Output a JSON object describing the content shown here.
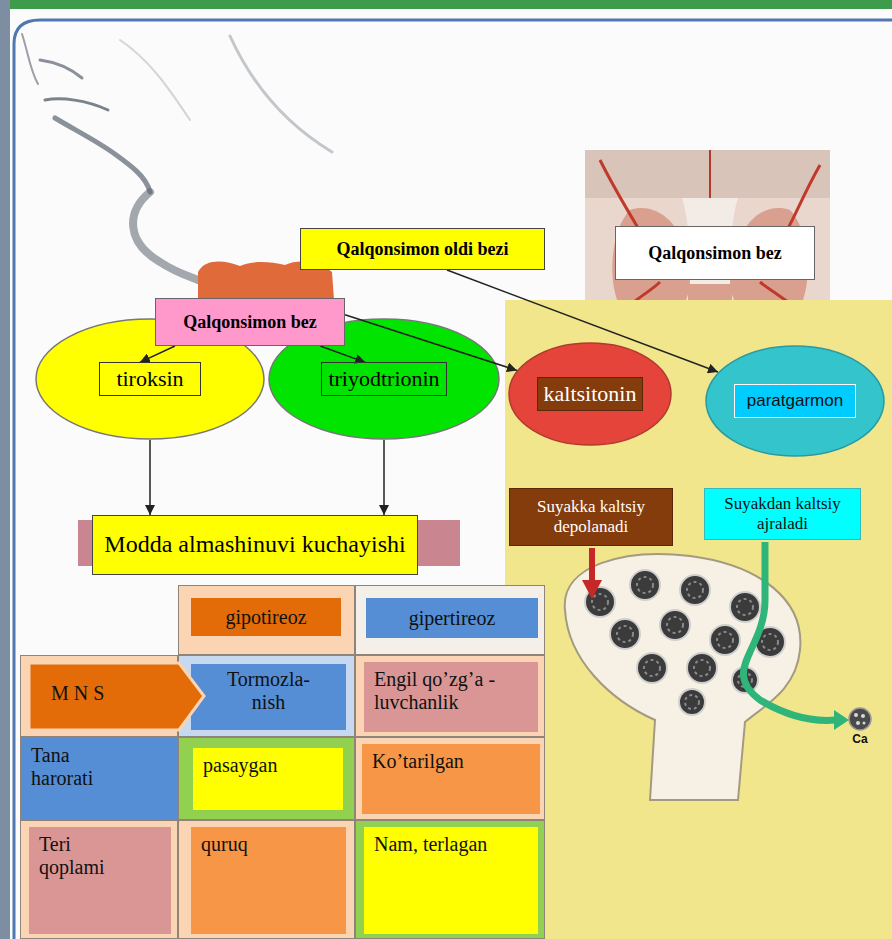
{
  "diagram": {
    "nodes": [
      {
        "text": [
          "Qalqonsimon oldi bezi"
        ]
      },
      {
        "text": [
          "Qalqonsimon bez"
        ]
      },
      {
        "text": [
          "Qalqonsimon bez"
        ]
      },
      {
        "text": [
          "tiroksin"
        ]
      },
      {
        "text": [
          "triyodtrionin"
        ]
      },
      {
        "text": [
          "kaltsitonin"
        ]
      },
      {
        "text": [
          "paratgarmon"
        ]
      },
      {
        "text": [
          "Suyakka kaltsiy depolanadi"
        ]
      },
      {
        "text": [
          "Suyakdan kaltsiy ajraladi"
        ]
      },
      {
        "text": [
          "Modda almashinuvi kuchayishi"
        ]
      }
    ],
    "edges": [
      {
        "from": 2,
        "to": 3,
        "arrow": "to"
      },
      {
        "from": 2,
        "to": 4,
        "arrow": "to"
      },
      {
        "from": 2,
        "to": 5,
        "arrow": "to"
      },
      {
        "from": 0,
        "to": 6,
        "arrow": "to"
      },
      {
        "from": 3,
        "to": 9,
        "arrow": "to"
      },
      {
        "from": 4,
        "to": 9,
        "arrow": "to"
      }
    ],
    "labels": [
      "gipotireoz",
      "gipertireoz",
      "M N S",
      "Tormozla- nish",
      "Engil qo’zg’a -luvchanlik",
      "Tana harorati",
      "pasaygan",
      "Ko’tarilgan",
      "Teri qoplami",
      "quruq",
      "Nam, terlagan",
      "Ca"
    ]
  }
}
